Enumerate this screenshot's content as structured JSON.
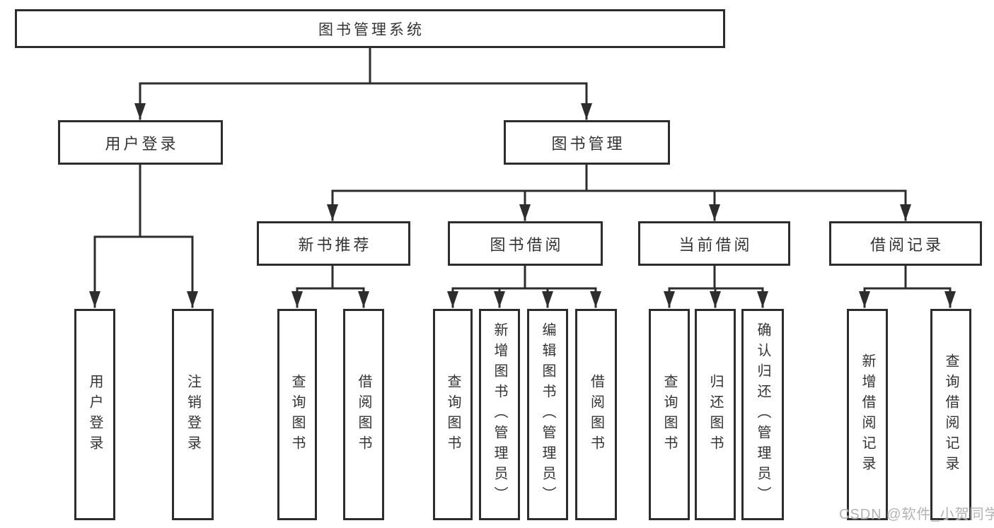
{
  "diagram": {
    "root_label": "图书管理系统",
    "branches": [
      {
        "label": "用户登录",
        "children": [
          {
            "label": "用户登录"
          },
          {
            "label": "注销登录"
          }
        ]
      },
      {
        "label": "图书管理",
        "children": [
          {
            "label": "新书推荐",
            "children": [
              {
                "label": "查询图书"
              },
              {
                "label": "借阅图书"
              }
            ]
          },
          {
            "label": "图书借阅",
            "children": [
              {
                "label": "查询图书"
              },
              {
                "label": "新增图书（管理员）"
              },
              {
                "label": "编辑图书（管理员）"
              },
              {
                "label": "借阅图书"
              }
            ]
          },
          {
            "label": "当前借阅",
            "children": [
              {
                "label": "查询图书"
              },
              {
                "label": "归还图书"
              },
              {
                "label": "确认归还（管理员）"
              }
            ]
          },
          {
            "label": "借阅记录",
            "children": [
              {
                "label": "新增借阅记录"
              },
              {
                "label": "查询借阅记录"
              }
            ]
          }
        ]
      }
    ],
    "watermark": "CSDN @软件_小贺同学",
    "colors": {
      "line": "#2d2d2d",
      "text": "#333333",
      "watermark": "#b3b3b3",
      "background": "#ffffff"
    }
  }
}
